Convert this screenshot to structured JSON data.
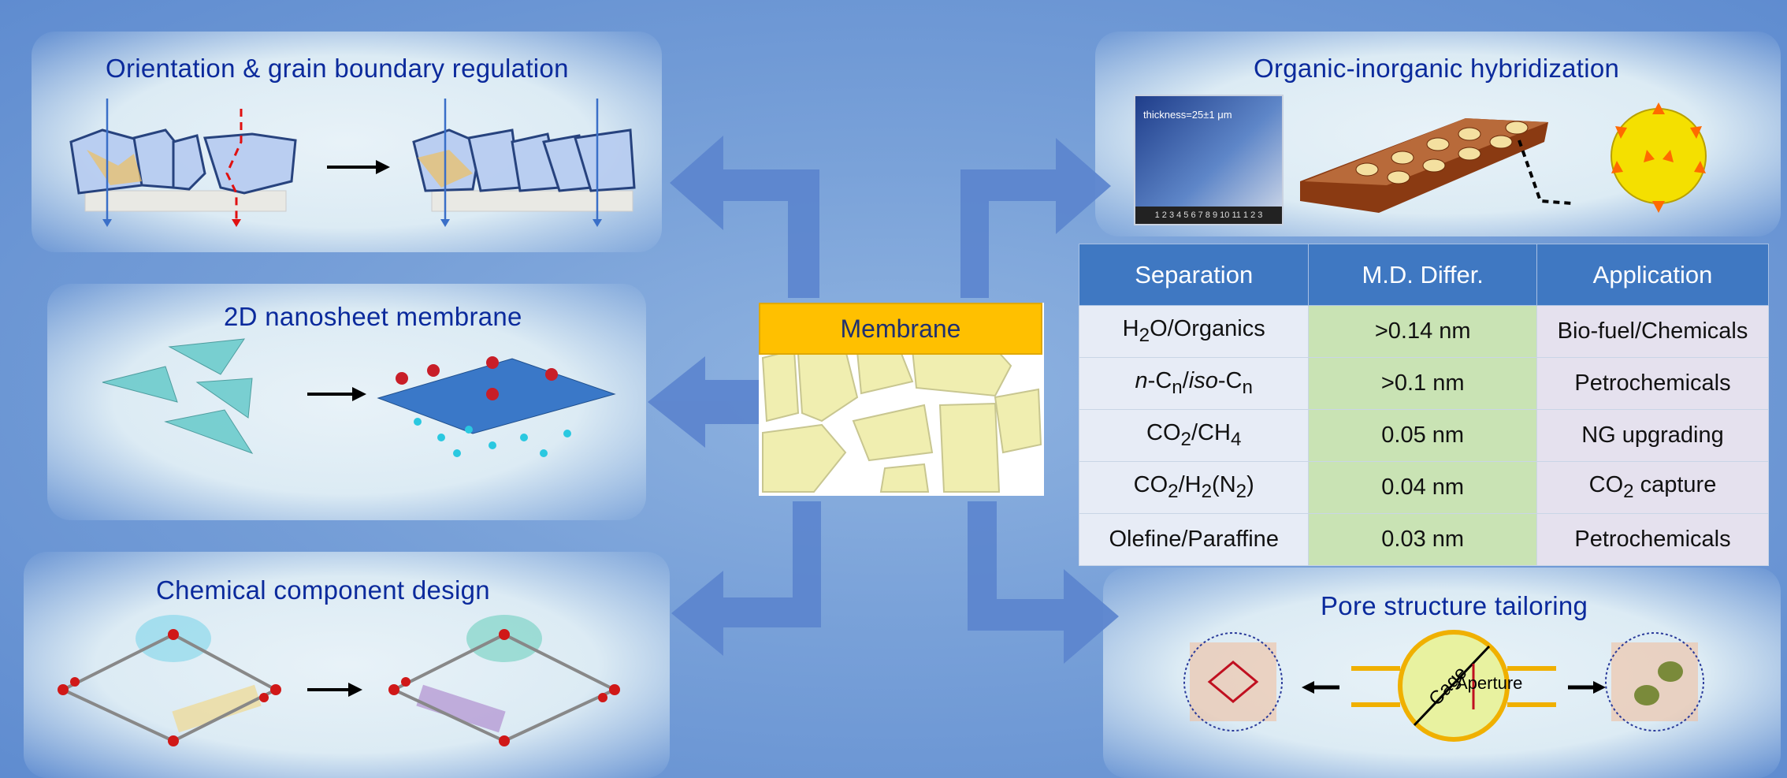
{
  "panels": {
    "orientation": {
      "title": "Orientation & grain boundary regulation"
    },
    "nanosheet": {
      "title": "2D nanosheet membrane"
    },
    "chemical": {
      "title": "Chemical component design"
    },
    "hybrid": {
      "title": "Organic-inorganic hybridization",
      "thickness_label": "thickness=25±1 μm",
      "ruler_label": "1 2 3 4 5 6 7 8 9 10 11 1 2 3"
    },
    "pore": {
      "title": "Pore structure tailoring",
      "cage_label": "Cage",
      "aperture_label": "Aperture"
    }
  },
  "center": {
    "label": "Membrane"
  },
  "table": {
    "headers": [
      "Separation",
      "M.D. Differ.",
      "Application"
    ],
    "rows": [
      {
        "separation_html": "H<sub>2</sub>O/Organics",
        "separation": "H2O/Organics",
        "diff": ">0.14 nm",
        "application_html": "Bio-fuel/Chemicals",
        "application": "Bio-fuel/Chemicals"
      },
      {
        "separation_html": "<i>n</i>-C<sub>n</sub>/<i>iso</i>-C<sub>n</sub>",
        "separation": "n-Cn/iso-Cn",
        "diff": ">0.1 nm",
        "application_html": "Petrochemicals",
        "application": "Petrochemicals"
      },
      {
        "separation_html": "CO<sub>2</sub>/CH<sub>4</sub>",
        "separation": "CO2/CH4",
        "diff": "0.05 nm",
        "application_html": "NG upgrading",
        "application": "NG upgrading"
      },
      {
        "separation_html": "CO<sub>2</sub>/H<sub>2</sub>(N<sub>2</sub>)",
        "separation": "CO2/H2(N2)",
        "diff": "0.04 nm",
        "application_html": "CO<sub>2</sub> capture",
        "application": "CO2 capture"
      },
      {
        "separation_html": "Olefine/Paraffine",
        "separation": "Olefine/Paraffine",
        "diff": "0.03 nm",
        "application_html": "Petrochemicals",
        "application": "Petrochemicals"
      }
    ]
  },
  "colors": {
    "arrow": "#5d86cf",
    "title": "#0b2a9c",
    "header": "#3f78c2",
    "membrane_tag": "#ffc000",
    "grain": "#f0eeb0"
  }
}
